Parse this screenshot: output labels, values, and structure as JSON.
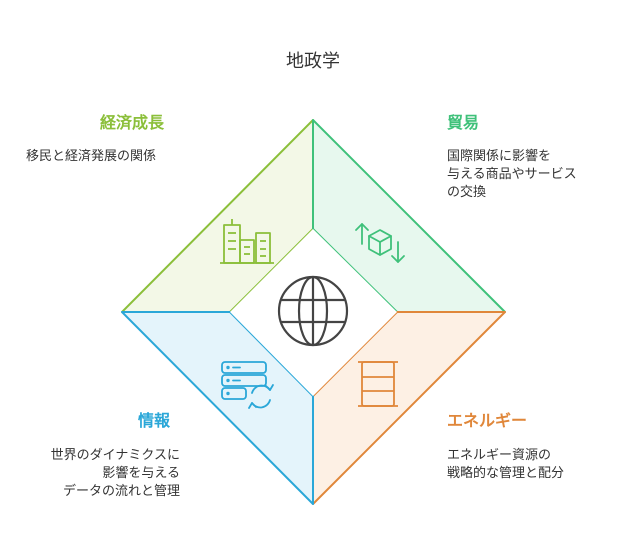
{
  "title": "地政学",
  "colors": {
    "economy": "#8bbf3a",
    "trade": "#3fc17a",
    "energy": "#e0873a",
    "info": "#2aa7d8"
  },
  "sections": {
    "economy": {
      "heading": "経済成長",
      "description": "移民と経済発展の関係",
      "icon": "city-buildings-icon"
    },
    "trade": {
      "heading": "貿易",
      "description": "国際関係に影響を\n与える商品やサービス\nの交換",
      "icon": "box-exchange-icon"
    },
    "energy": {
      "heading": "エネルギー",
      "description": "エネルギー資源の\n戦略的な管理と配分",
      "icon": "oil-barrel-icon"
    },
    "info": {
      "heading": "情報",
      "description": "世界のダイナミクスに\n影響を与える\nデータの流れと管理",
      "icon": "database-sync-icon"
    }
  },
  "center_icon": "globe-icon"
}
